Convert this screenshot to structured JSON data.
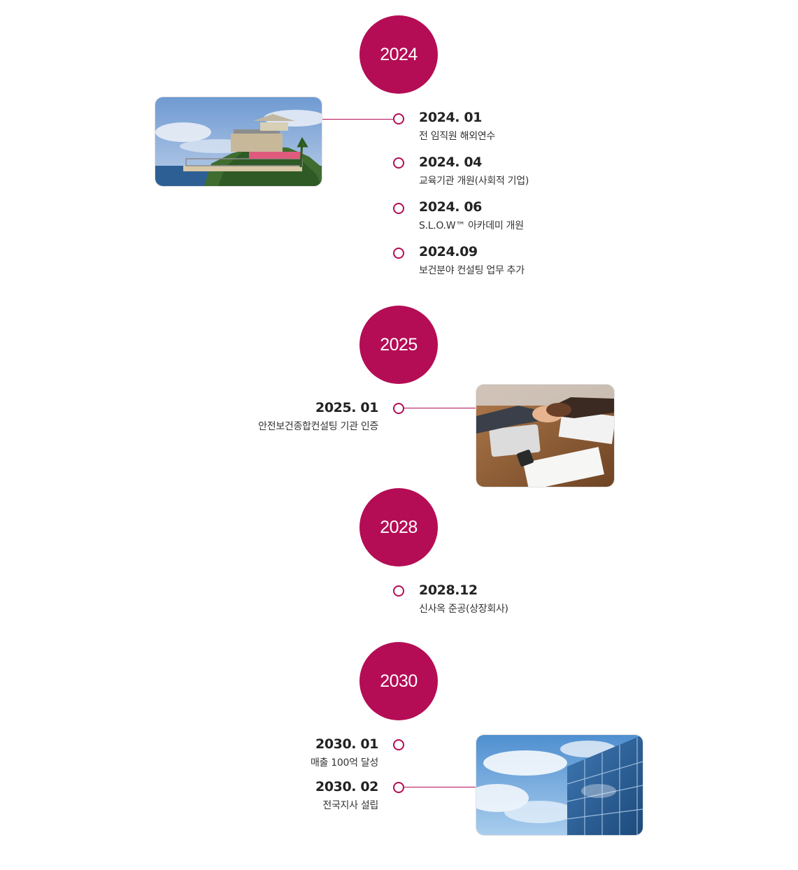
{
  "years": [
    {
      "label": "2024",
      "entries": [
        {
          "title": "2024. 01",
          "desc": "전 임직원 해외연수"
        },
        {
          "title": "2024. 04",
          "desc": "교육기관 개원(사회적 기업)"
        },
        {
          "title": "2024. 06",
          "desc": "S.L.O.W™ 아카데미 개원"
        },
        {
          "title": "2024.09",
          "desc": "보건분야 컨설팅 업무 추가"
        }
      ]
    },
    {
      "label": "2025",
      "entries": [
        {
          "title": "2025. 01",
          "desc": "안전보건종합컨설팅 기관 인증"
        }
      ]
    },
    {
      "label": "2028",
      "entries": [
        {
          "title": "2028.12",
          "desc": "신사옥 준공(상장회사)"
        }
      ]
    },
    {
      "label": "2030",
      "entries": [
        {
          "title": "2030. 01",
          "desc": "매출 100억 달성"
        },
        {
          "title": "2030. 02",
          "desc": "전국지사 설립"
        }
      ]
    }
  ],
  "colors": {
    "accent": "#b40d55"
  }
}
